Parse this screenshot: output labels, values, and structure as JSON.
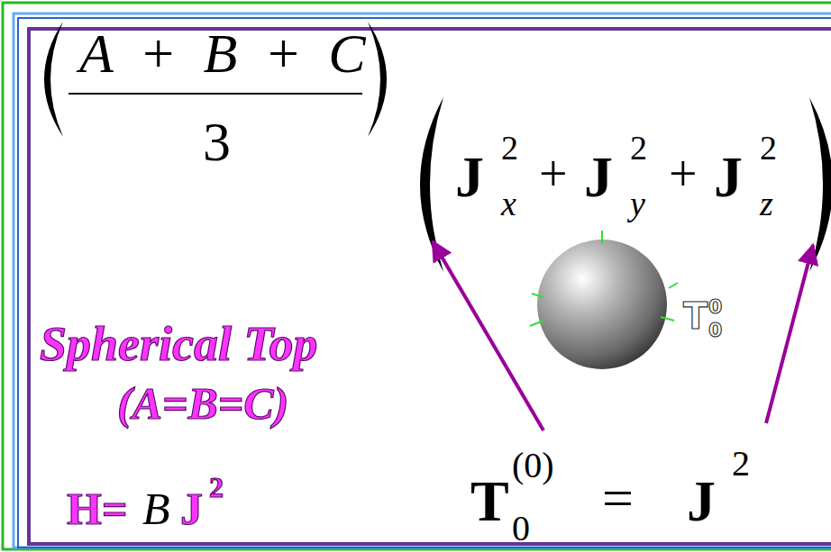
{
  "diagram": {
    "labels": [
      "A + B + C",
      "3",
      "J",
      "x",
      "2",
      "+",
      "J",
      "y",
      "2",
      "+",
      "J",
      "z",
      "2",
      "T",
      "0",
      "0",
      "Spherical Top",
      "(A=B=C)",
      "H=",
      "B",
      "J",
      "2",
      "T",
      "0",
      "(0)",
      "=",
      "J",
      "2"
    ]
  }
}
